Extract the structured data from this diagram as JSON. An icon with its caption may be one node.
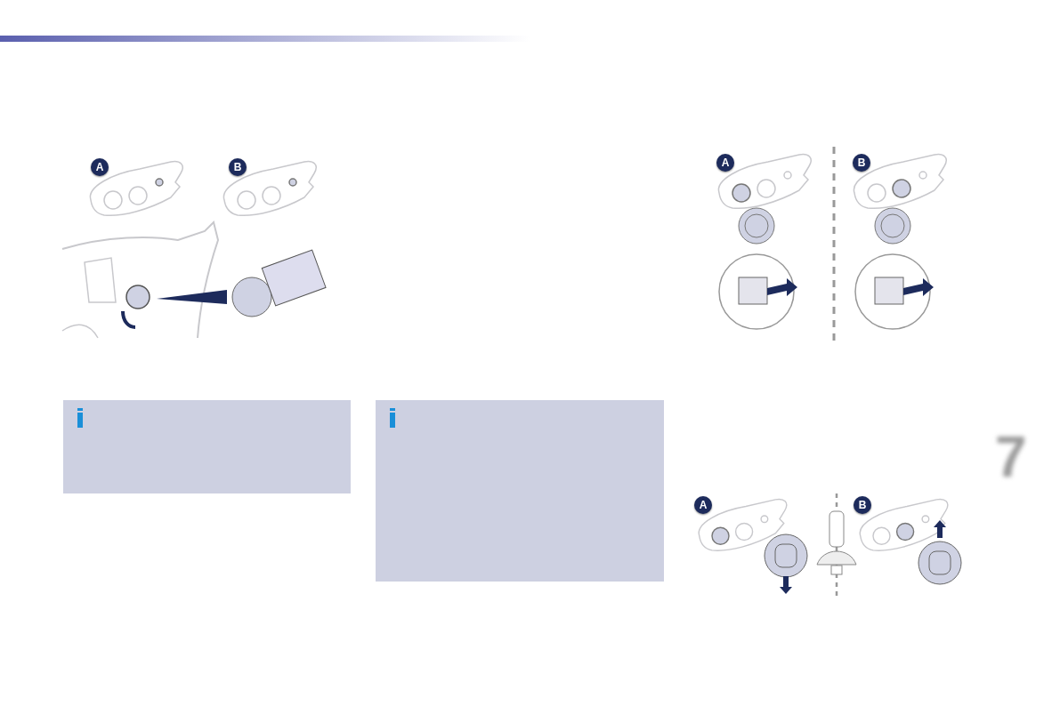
{
  "diagram": {
    "labels": [
      "A",
      "B",
      "A",
      "B",
      "7",
      "A",
      "B"
    ]
  }
}
